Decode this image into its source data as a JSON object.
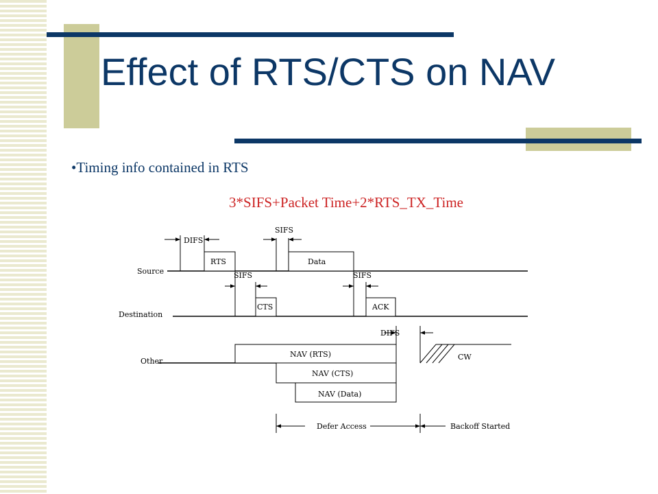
{
  "slide": {
    "title": "Effect of RTS/CTS on NAV",
    "bullet": "Timing info contained in RTS",
    "formula": "3*SIFS+Packet Time+2*RTS_TX_Time"
  },
  "colors": {
    "title": "#0c3766",
    "accent_bar": "#0c3766",
    "olive": "#cccc99",
    "formula": "#cc2222",
    "stripe": "#eae9cf"
  },
  "diagram": {
    "rows": {
      "source": "Source",
      "destination": "Destination",
      "other": "Other"
    },
    "frames": {
      "rts": "RTS",
      "data": "Data",
      "cts": "CTS",
      "ack": "ACK"
    },
    "nav": {
      "rts": "NAV (RTS)",
      "cts": "NAV (CTS)",
      "data": "NAV (Data)"
    },
    "intervals": {
      "difs1": "DIFS",
      "sifs1": "SIFS",
      "sifs2": "SIFS",
      "sifs3": "SIFS",
      "difs2": "DIFS"
    },
    "cw": "CW",
    "phases": {
      "defer": "Defer Access",
      "backoff": "Backoff Started"
    }
  }
}
